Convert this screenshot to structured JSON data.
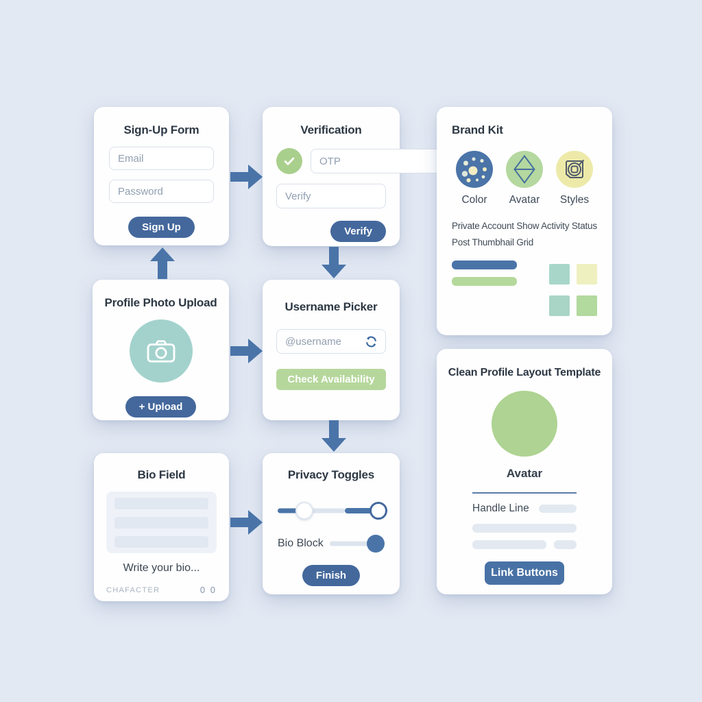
{
  "colors": {
    "background": "#e3e9f3",
    "card": "#fefefe",
    "arrow_blue": "#4a74a8",
    "button_blue": "#44689c",
    "green_check": "#a9cf8d",
    "green_button": "#b6d79c",
    "teal_circle": "#a3d2cd",
    "avatar_green": "#aed392",
    "styles_yellow": "#edeaa9",
    "bar_gray": "#e3e9f1",
    "thumb_teal": "#a8d7c9",
    "thumb_yellow": "#eff0c0",
    "thumb_green": "#b2d99e"
  },
  "icons": {
    "check": "check-mark",
    "camera": "camera-outline",
    "refresh": "refresh-arrows",
    "color_swatch": "dotted-palette-circle",
    "avatar_glyph": "diamond-outline",
    "styles_glyph": "nested-square-circle"
  },
  "cards": {
    "signup": {
      "title": "Sign-Up Form",
      "email_placeholder": "Email",
      "password_placeholder": "Password",
      "submit_label": "Sign Up"
    },
    "verification": {
      "title": "Verification",
      "otp_placeholder": "OTP",
      "verify_placeholder": "Verify",
      "submit_label": "Verify"
    },
    "brand_kit": {
      "title": "Brand Kit",
      "items": [
        {
          "label": "Color"
        },
        {
          "label": "Avatar"
        },
        {
          "label": "Styles"
        }
      ],
      "settings_line_1": "Private Account Show Activity Status",
      "settings_line_2": "Post Thumbhail Grid"
    },
    "photo_upload": {
      "title": "Profile Photo Upload",
      "upload_label": "+ Upload"
    },
    "username_picker": {
      "title": "Username Picker",
      "username_placeholder": "@username",
      "check_label": "Check Availability"
    },
    "bio_field": {
      "title": "Bio Field",
      "bio_placeholder": "Write your bio...",
      "counter_label": "CHAFACTER",
      "counter_value": "0 0"
    },
    "privacy_toggles": {
      "title": "Privacy Toggles",
      "toggle_label": "Bio Block",
      "finish_label": "Finish"
    },
    "profile_template": {
      "title": "Clean Profile Layout Template",
      "avatar_label": "Avatar",
      "handle_label": "Handle Line",
      "links_label": "Link Buttons"
    }
  }
}
